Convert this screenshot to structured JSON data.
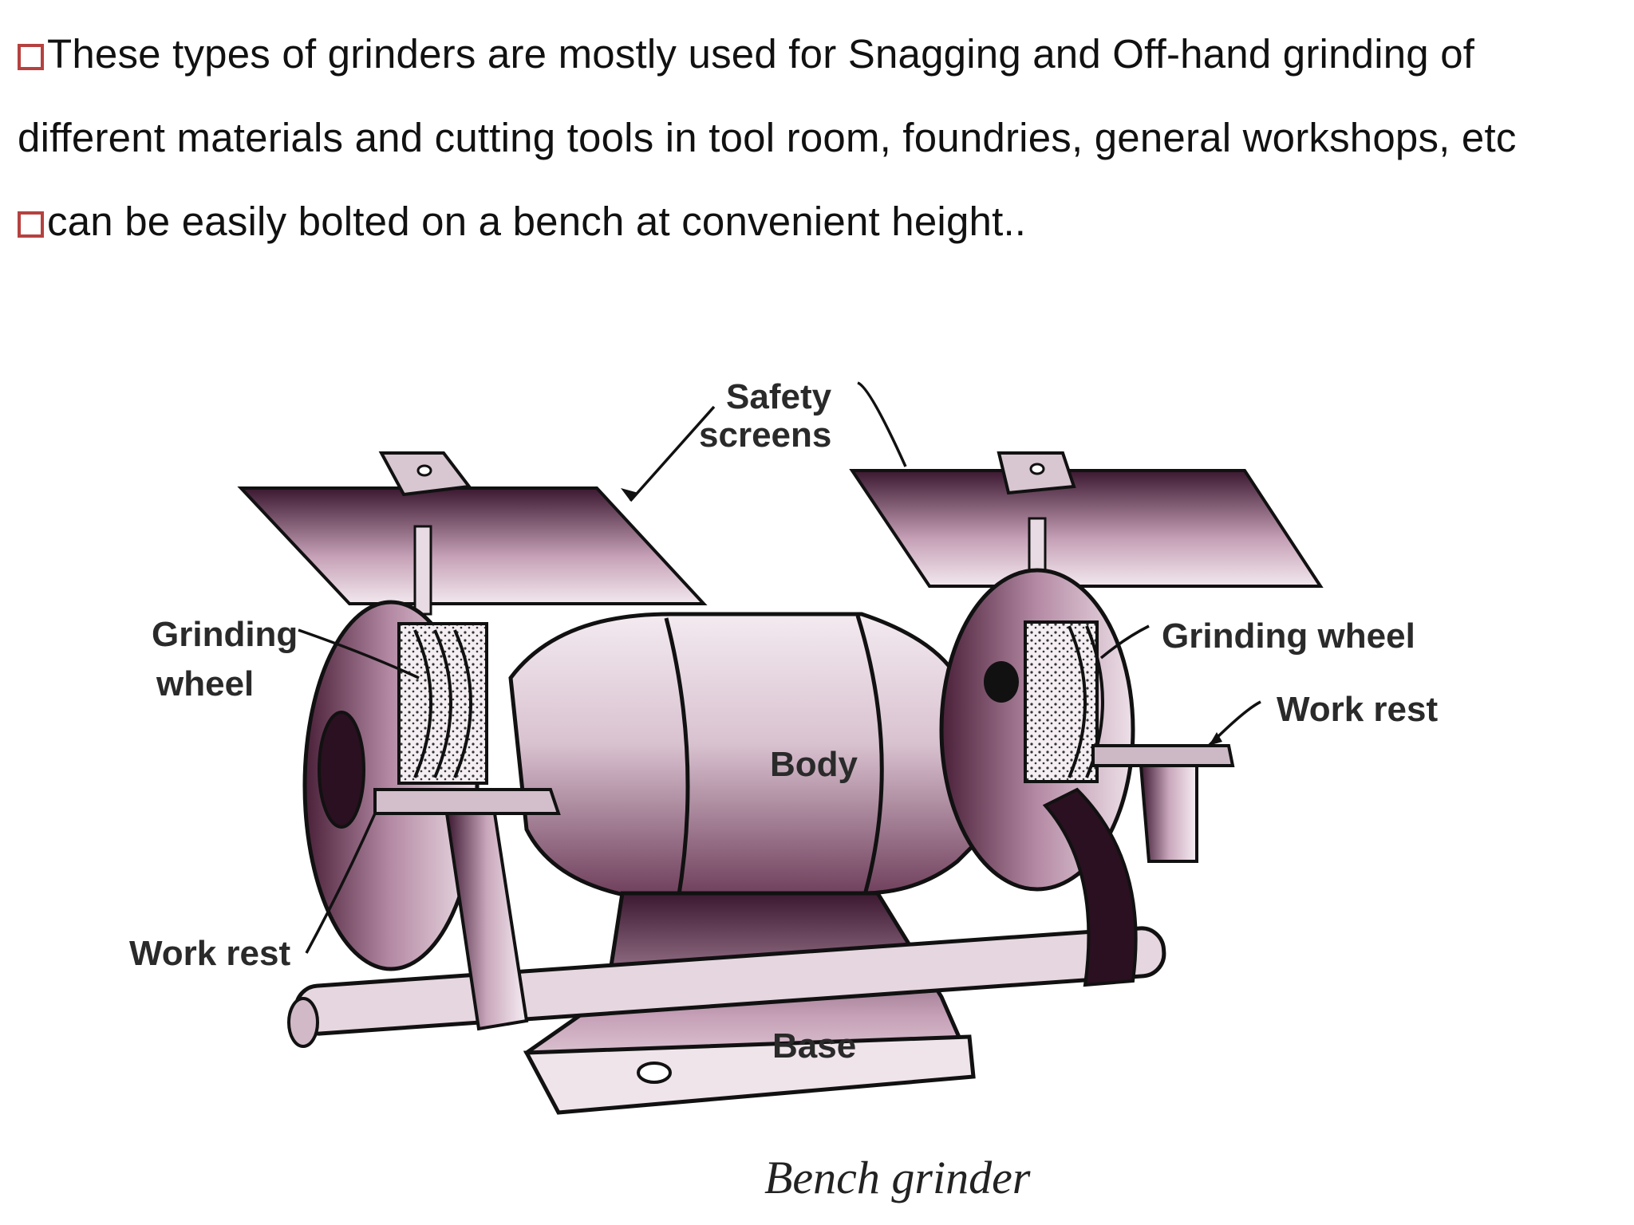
{
  "slide": {
    "bullets": [
      {
        "lines": [
          "These types of grinders are mostly used for Snagging and Off-hand grinding of",
          "different materials and cutting tools in tool room, foundries, general workshops, etc"
        ]
      },
      {
        "lines": [
          "can be easily bolted on a bench at convenient height.."
        ]
      }
    ],
    "bullet_icon": "hollow-square-icon",
    "bullet_color": "#b5413f"
  },
  "diagram": {
    "labels": {
      "safety_1": "Safety",
      "safety_2": "screens",
      "grinding_left_1": "Grinding",
      "grinding_left_2": "wheel",
      "grinding_right": "Grinding wheel",
      "work_rest_right": "Work rest",
      "work_rest_left": "Work rest",
      "body": "Body",
      "base": "Base"
    },
    "caption": "Bench grinder",
    "shade_color": "#5a2a46"
  }
}
